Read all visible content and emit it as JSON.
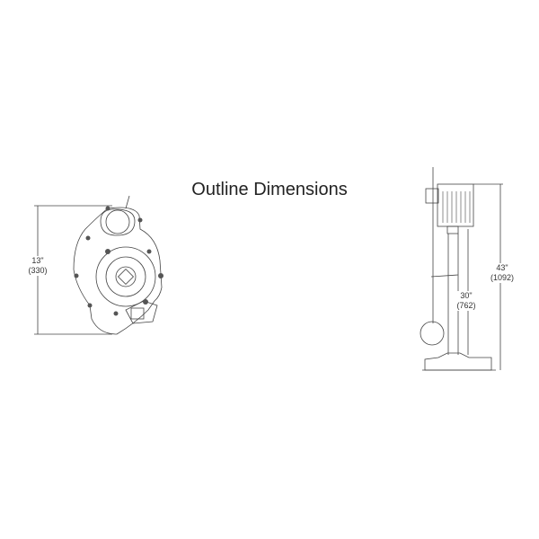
{
  "title": "Outline Dimensions",
  "top_view": {
    "height_in": "13\"",
    "height_mm": "(330)"
  },
  "side_view": {
    "overall_in": "43\"",
    "overall_mm": "(1092)",
    "pipe_in": "30\"",
    "pipe_mm": "(762)"
  }
}
